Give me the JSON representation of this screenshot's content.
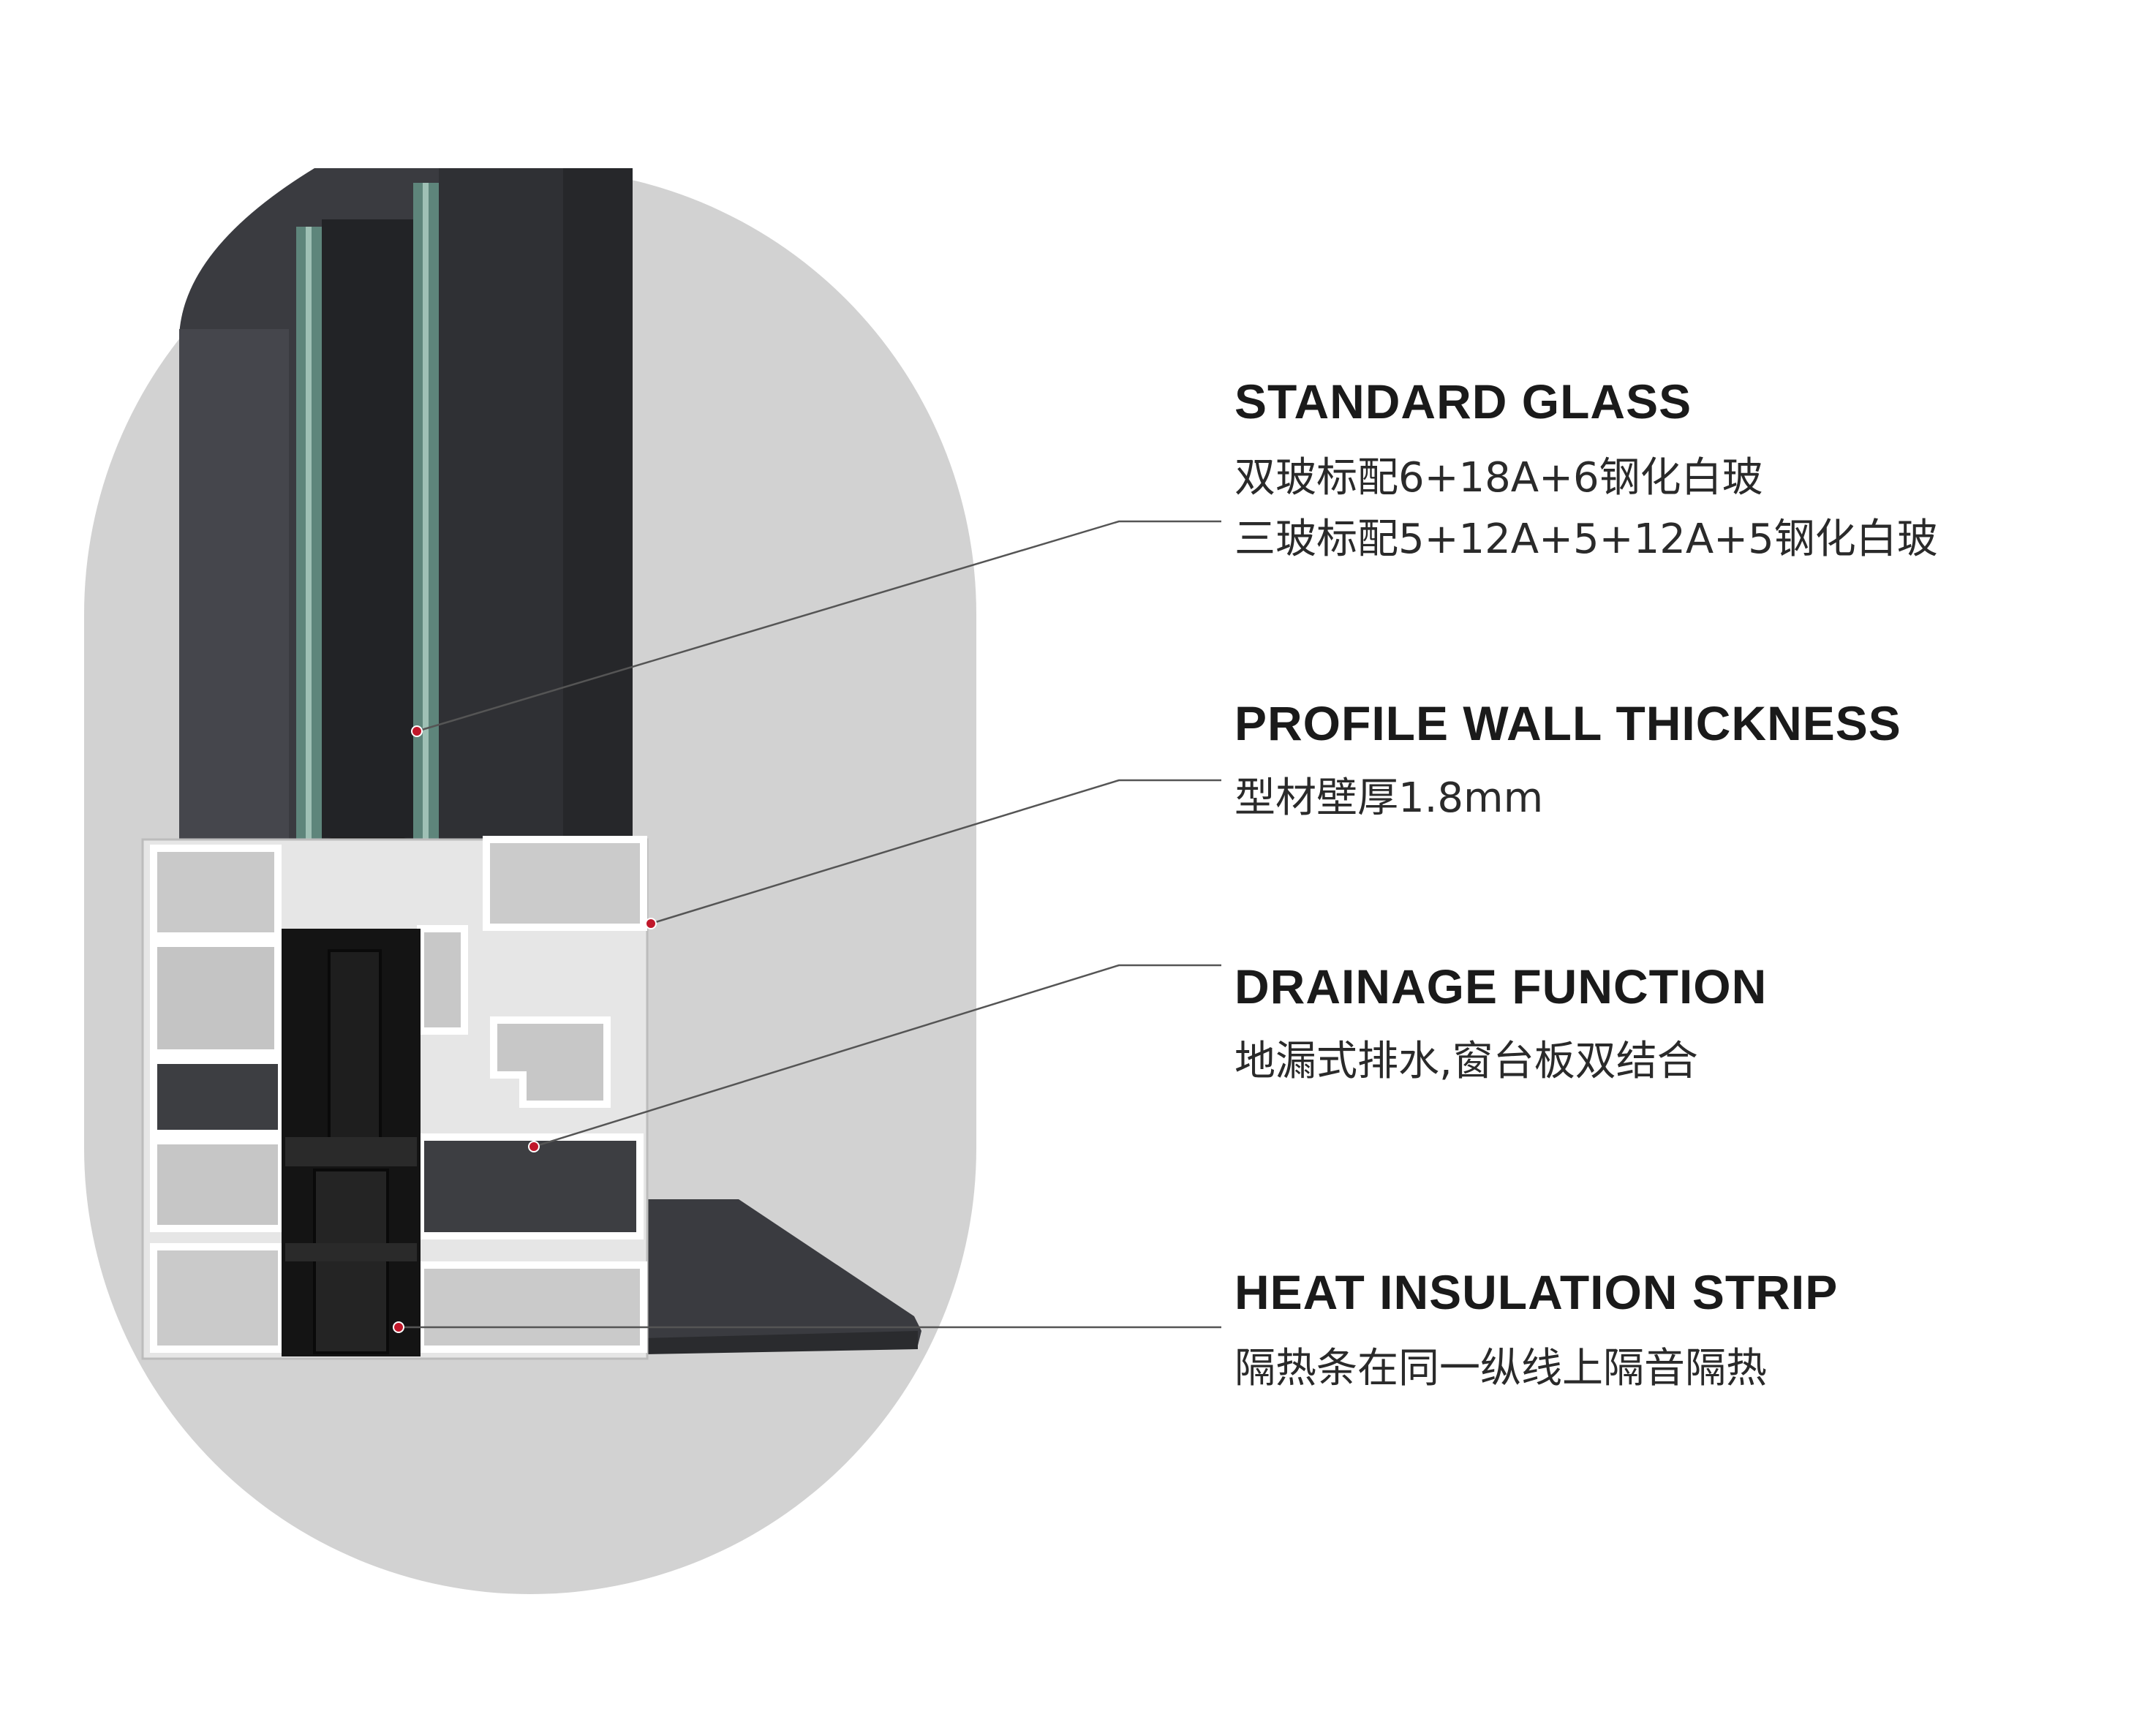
{
  "colors": {
    "background": "#ffffff",
    "capsule": "#d2d2d2",
    "frame_dark": "#3a3b40",
    "glass_green": "#5e857b",
    "aluminum": "#f2f2f2",
    "insulation": "#141414",
    "spacer_beads": "#e8d9a4",
    "leader_line": "#555555",
    "marker": "#c0172a"
  },
  "callouts": [
    {
      "title": "STANDARD GLASS",
      "lines": [
        "双玻标配6+18A+6钢化白玻",
        "三玻标配5+12A+5+12A+5钢化白玻"
      ]
    },
    {
      "title": "PROFILE WALL THICKNESS",
      "lines": [
        "型材壁厚1.8mm"
      ]
    },
    {
      "title": "DRAINAGE FUNCTION",
      "lines": [
        "地漏式排水,窗台板双结合"
      ]
    },
    {
      "title": "HEAT INSULATION STRIP",
      "lines": [
        "隔热条在同一纵线上隔音隔热"
      ]
    }
  ]
}
